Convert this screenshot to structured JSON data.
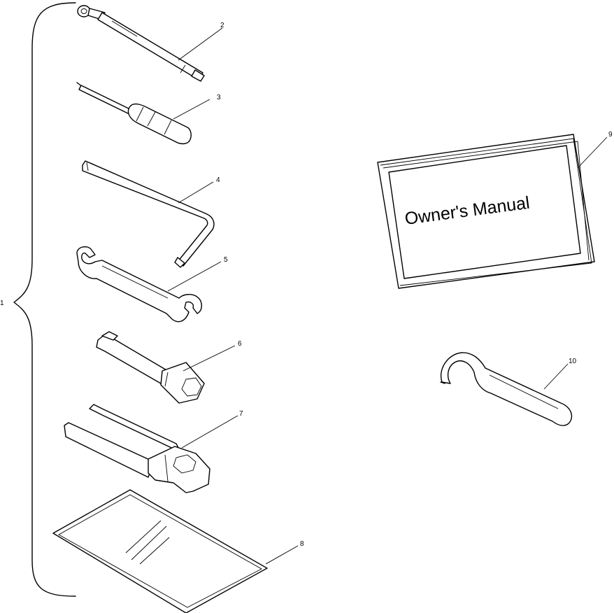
{
  "callouts": {
    "kit": "1",
    "tire_gauge": "2",
    "screwdriver": "3",
    "hex_key": "4",
    "open_wrench": "5",
    "spark_plug_socket": "6",
    "spanner_handle": "7",
    "tool_bag": "8",
    "owners_manual": "9",
    "hook_spanner": "10"
  },
  "manual": {
    "cover_title": "Owner's Manual"
  }
}
